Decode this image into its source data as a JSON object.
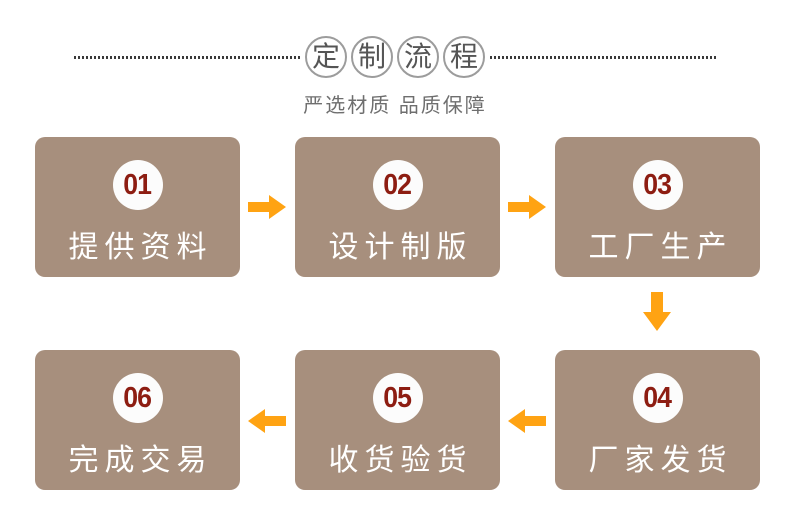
{
  "title": {
    "text": "定制流程",
    "chars": [
      "定",
      "制",
      "流",
      "程"
    ],
    "subtitle": "严选材质 品质保障"
  },
  "steps": [
    {
      "number": "01",
      "label": "提供资料"
    },
    {
      "number": "02",
      "label": "设计制版"
    },
    {
      "number": "03",
      "label": "工厂生产"
    },
    {
      "number": "04",
      "label": "厂家发货"
    },
    {
      "number": "05",
      "label": "收货验货"
    },
    {
      "number": "06",
      "label": "完成交易"
    }
  ],
  "flow": {
    "arrow_icons": [
      "arrow-right-icon",
      "arrow-right-icon",
      "arrow-down-icon",
      "arrow-left-icon",
      "arrow-left-icon"
    ]
  },
  "colors": {
    "box": "#a78f7d",
    "arrow": "#ffa313",
    "step_number": "#8d1d12",
    "box_text": "#ffffff",
    "badge_bg": "#fcfcfc",
    "title_text": "#555555",
    "circle_border": "#9c9c9c",
    "subtitle_text": "#6e6e6e",
    "dot": "#3a3a3a",
    "page_bg": "#ffffff"
  }
}
